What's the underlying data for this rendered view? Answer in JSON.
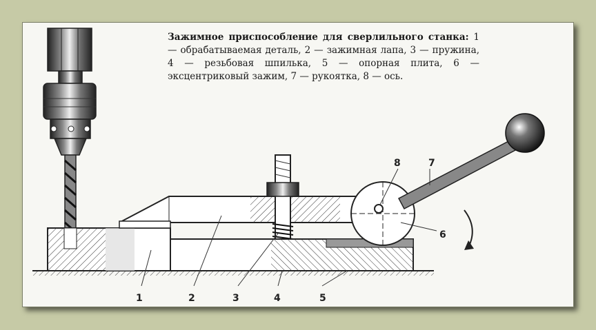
{
  "caption": {
    "lead": "Зажимное приспособление для сверлильного станка:",
    "text": "1 — обрабатываемая деталь, 2 — зажимная лапа, 3 — пружина, 4 — резьбовая шпилька, 5 — опорная плита, 6 — эксцентриковый зажим, 7 — рукоятка, 8 — ось."
  },
  "labels": {
    "l1": "1",
    "l2": "2",
    "l3": "3",
    "l4": "4",
    "l5": "5",
    "l6": "6",
    "l7": "7",
    "l8": "8"
  },
  "colors": {
    "background": "#c6caa6",
    "paper": "#f7f7f3",
    "ink": "#222222"
  }
}
